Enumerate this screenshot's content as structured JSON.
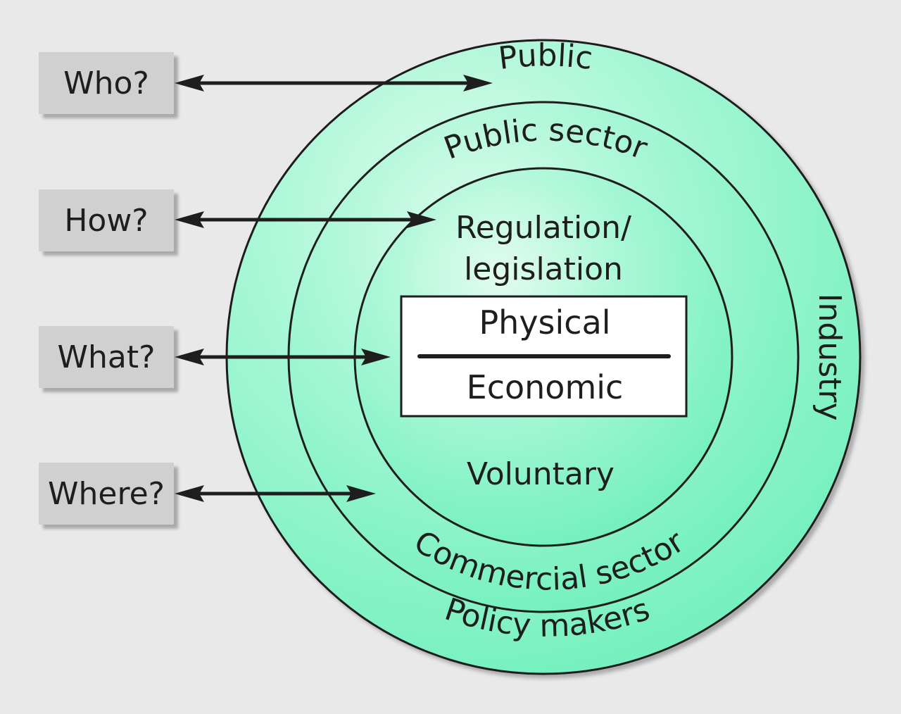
{
  "questions": [
    {
      "label": "Who?"
    },
    {
      "label": "How?"
    },
    {
      "label": "What?"
    },
    {
      "label": "Where?"
    }
  ],
  "rings": {
    "outer": {
      "top_label": "Public",
      "right_label": "Industry",
      "bottom_label": "Policy makers"
    },
    "middle": {
      "top_label": "Public sector",
      "bottom_label": "Commercial sector"
    },
    "inner": {
      "top_label_line1": "Regulation/",
      "top_label_line2": "legislation",
      "bottom_label": "Voluntary"
    }
  },
  "core_box": {
    "top": "Physical",
    "bottom": "Economic"
  },
  "colors": {
    "background": "#e9e9e9",
    "ring_fill": "#7ef3c4",
    "ring_fill_light": "#d4fbe9",
    "question_box": "#d0d0d0",
    "line": "#1e1e1e"
  }
}
